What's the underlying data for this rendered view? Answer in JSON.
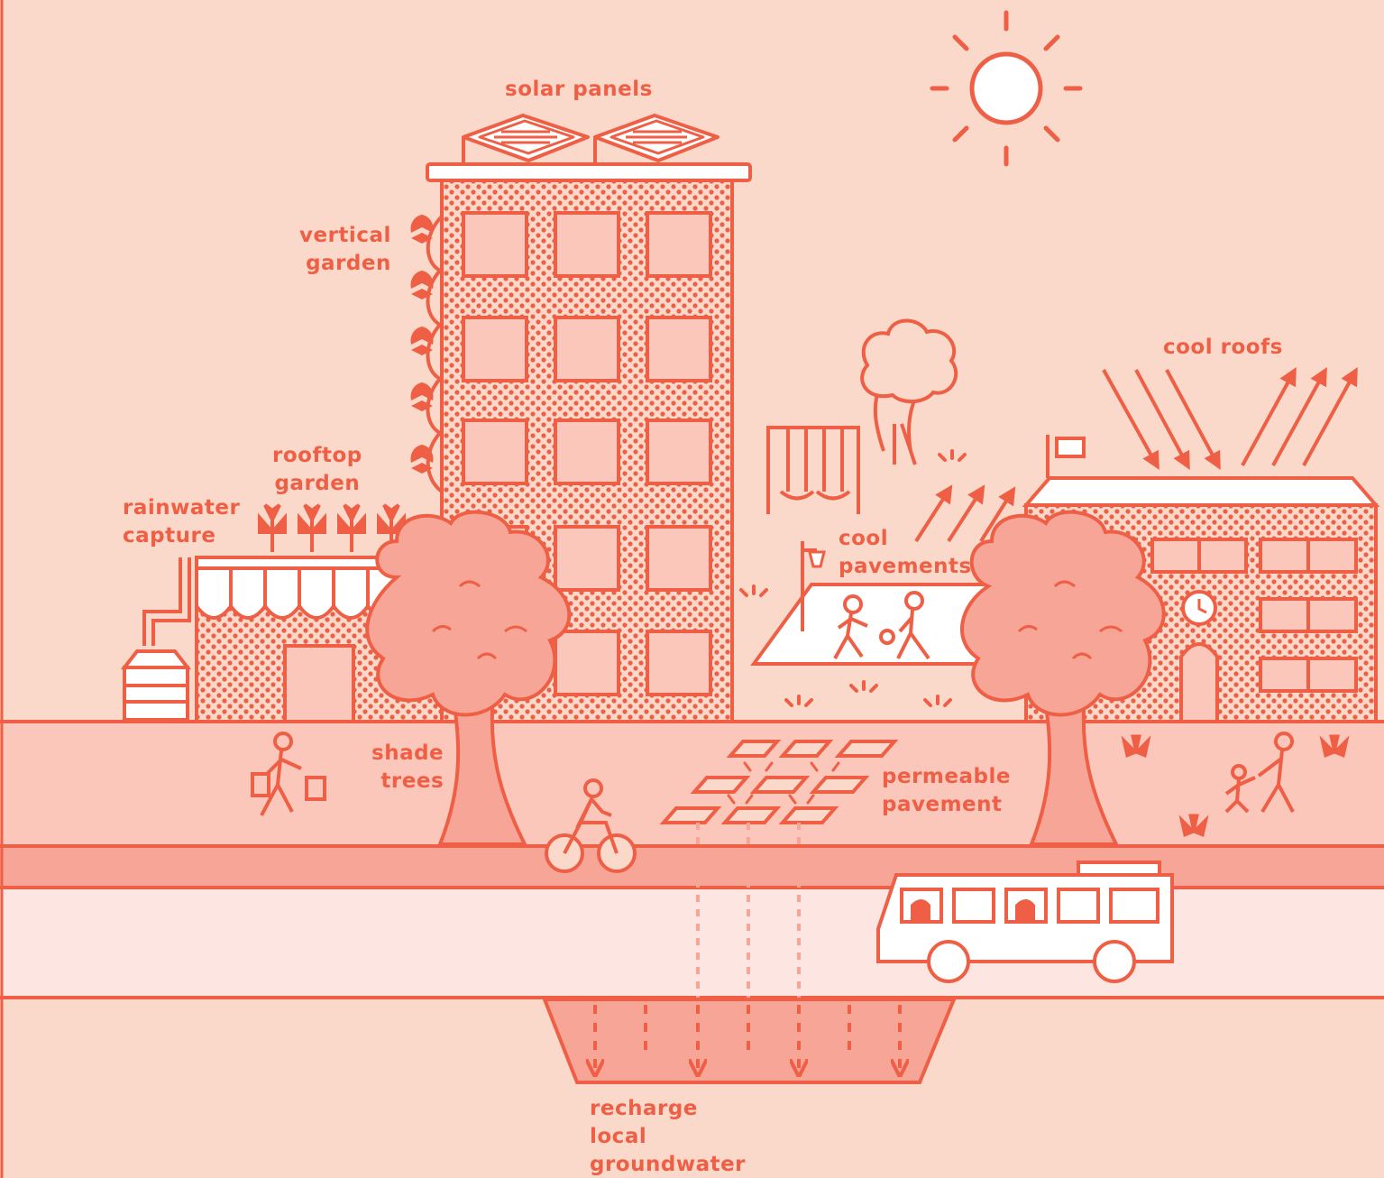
{
  "colors": {
    "background": "#fad9ca",
    "line": "#ee5f45",
    "fill_light": "#fcc7bb",
    "fill_medium": "#f7a597",
    "road": "#fde5e1"
  },
  "labels": {
    "solar_panels": "solar panels",
    "vertical_garden": [
      "vertical",
      "garden"
    ],
    "rooftop_garden": [
      "rooftop",
      "garden"
    ],
    "rainwater_capture": [
      "rainwater",
      "capture"
    ],
    "cool_pavements": [
      "cool",
      "pavements"
    ],
    "cool_roofs": "cool roofs",
    "shade_trees": [
      "shade",
      "trees"
    ],
    "permeable_pavement": [
      "permeable",
      "pavement"
    ],
    "recharge_groundwater": [
      "recharge",
      "local",
      "groundwater"
    ]
  },
  "icons": [
    "sun-icon",
    "solar-panel-icon",
    "leaf-icon",
    "plant-icon",
    "water-tank-icon",
    "tree-icon",
    "swing-set-icon",
    "basketball-hoop-icon",
    "person-icon",
    "cyclist-icon",
    "bus-icon",
    "flag-icon",
    "clock-icon",
    "arrow-icon"
  ]
}
